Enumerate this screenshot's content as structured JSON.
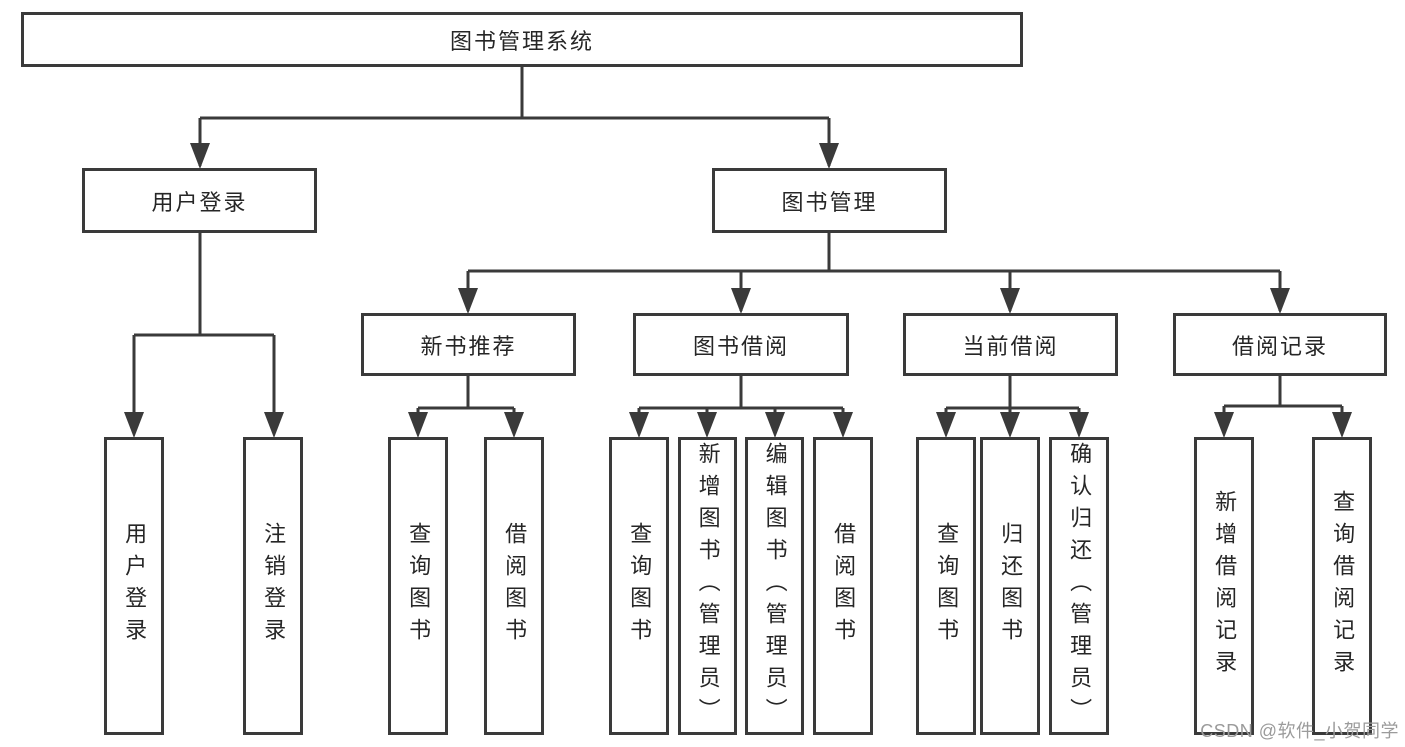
{
  "tree": {
    "root": {
      "label": "图书管理系统",
      "children": [
        {
          "label": "用户登录",
          "children": [
            {
              "label": "用户登录"
            },
            {
              "label": "注销登录"
            }
          ]
        },
        {
          "label": "图书管理",
          "children": [
            {
              "label": "新书推荐",
              "children": [
                {
                  "label": "查询图书"
                },
                {
                  "label": "借阅图书"
                }
              ]
            },
            {
              "label": "图书借阅",
              "children": [
                {
                  "label": "查询图书"
                },
                {
                  "label": "新增图书（管理员）"
                },
                {
                  "label": "编辑图书（管理员）"
                },
                {
                  "label": "借阅图书"
                }
              ]
            },
            {
              "label": "当前借阅",
              "children": [
                {
                  "label": "查询图书"
                },
                {
                  "label": "归还图书"
                },
                {
                  "label": "确认归还（管理员）"
                }
              ]
            },
            {
              "label": "借阅记录",
              "children": [
                {
                  "label": "新增借阅记录"
                },
                {
                  "label": "查询借阅记录"
                }
              ]
            }
          ]
        }
      ]
    }
  },
  "watermark": {
    "text": "CSDN @软件_小贺同学"
  },
  "colors": {
    "line": "#3a3a3a",
    "box_border": "#3a3a3a",
    "text": "#262626",
    "background": "#ffffff",
    "watermark": "#9b9b9b"
  }
}
